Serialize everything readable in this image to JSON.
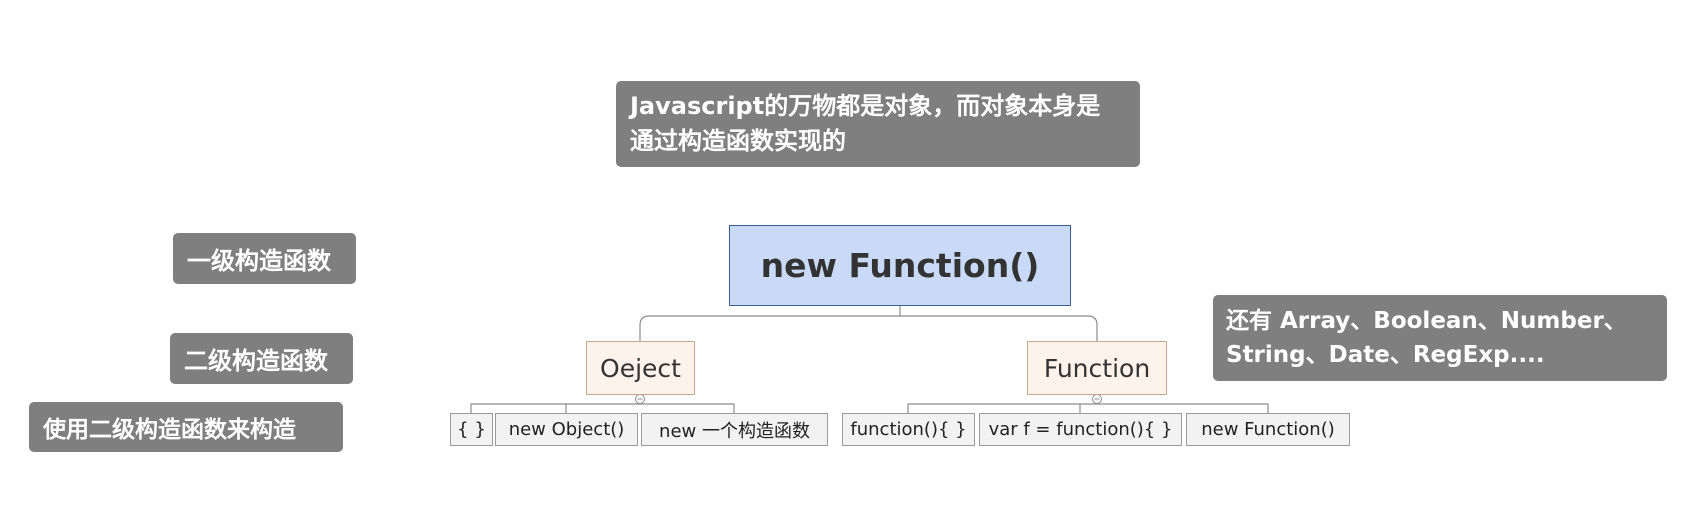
{
  "title_note": {
    "line1": "Javascript的万物都是对象，而对象本身是",
    "line2": "通过构造函数实现的"
  },
  "level_labels": {
    "level1": "一级构造函数",
    "level2": "二级构造函数",
    "level3": "使用二级构造函数来构造"
  },
  "root": {
    "label": "new Function()"
  },
  "left_branch": {
    "label": "Oeject",
    "children": [
      "{ }",
      "new Object()",
      "new 一个构造函数"
    ]
  },
  "right_branch": {
    "label": "Function",
    "children": [
      "function(){ }",
      "var f = function(){ }",
      "new Function()"
    ]
  },
  "side_note": {
    "line1": "还有 Array、Boolean、Number、",
    "line2": "String、Date、RegExp...."
  },
  "colors": {
    "callout_bg": "#7f7f7f",
    "root_bg": "#c9daf8",
    "branch_bg": "#fdf3ea",
    "leaf_bg": "#f2f2f2"
  }
}
